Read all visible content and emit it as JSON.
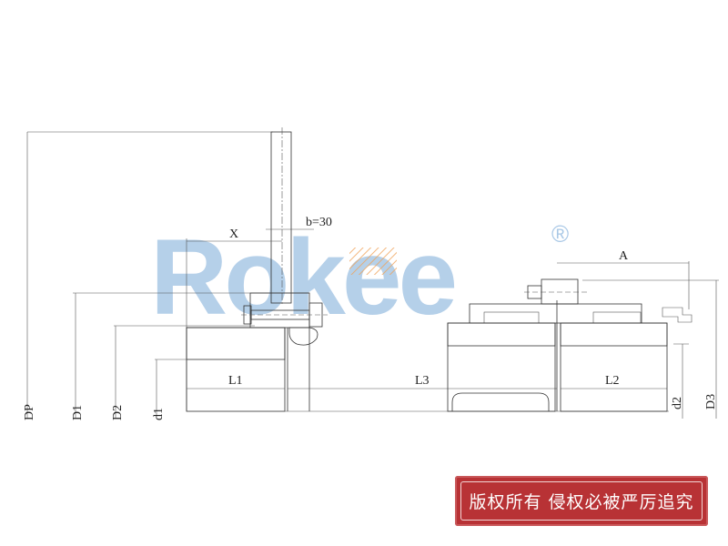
{
  "logo": {
    "text": "Rokee",
    "registered": "®",
    "color": "#a9c8e6",
    "accent": "#f0a35a"
  },
  "dimensions": {
    "DP": "DP",
    "D1": "D1",
    "D2": "D2",
    "d1": "d1",
    "X": "X",
    "b": "b=30",
    "L1": "L1",
    "L3": "L3",
    "L2": "L2",
    "A": "A",
    "d2": "d2",
    "D3": "D3"
  },
  "stamp": {
    "text": "版权所有 侵权必被严厉追究",
    "color": "#b83235"
  }
}
